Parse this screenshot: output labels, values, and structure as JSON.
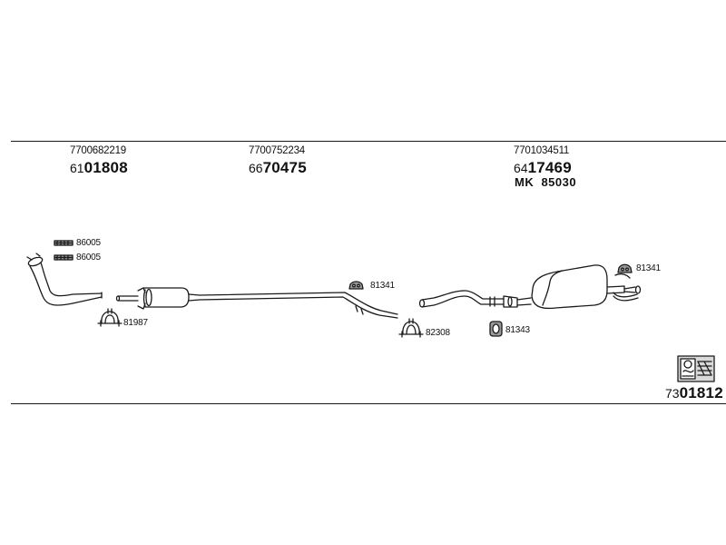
{
  "oe_numbers": [
    "7700682219",
    "7700752234",
    "7701034511"
  ],
  "part_numbers": [
    {
      "prefix": "61",
      "main": "01808"
    },
    {
      "prefix": "66",
      "main": "70475"
    },
    {
      "prefix": "64",
      "main": "17469"
    }
  ],
  "mk": {
    "label": "MK",
    "value": "85030"
  },
  "labels": {
    "bracket_a": "86005",
    "bracket_b": "86005",
    "clamp_1": "81987",
    "hanger_1": "81341",
    "clamp_2": "82308",
    "ring": "81343",
    "hanger_2": "81341"
  },
  "kit": {
    "prefix": "73",
    "main": "01812"
  },
  "colors": {
    "line": "#1a1a1a",
    "fill_gray": "#9a9a9a",
    "fill_light": "#d9d9d9"
  },
  "icons": [
    "bracket-icon",
    "clamp-icon",
    "rubber-hanger-icon",
    "ring-icon",
    "kit-book-icon"
  ]
}
